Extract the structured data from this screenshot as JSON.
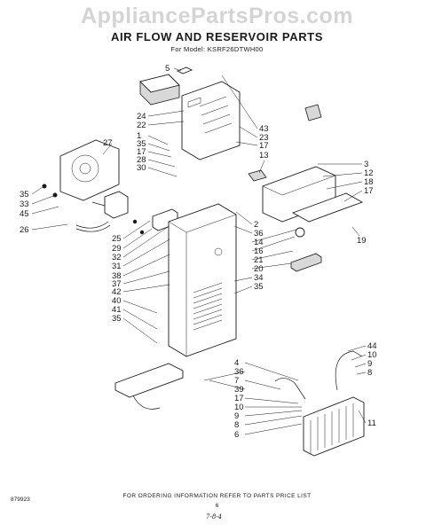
{
  "watermark": "AppliancePartsPros.com",
  "title": "AIR FLOW AND RESERVOIR PARTS",
  "subtitle": "For Model: KSRF26DTWH00",
  "footer": "FOR ORDERING INFORMATION REFER TO PARTS PRICE LIST",
  "code": "879923",
  "page_number": "6",
  "handwritten_note": "7-8-4",
  "callouts_left": [
    "5",
    "24",
    "22",
    "1",
    "35",
    "17",
    "28",
    "30",
    "27",
    "35",
    "33",
    "45",
    "26",
    "25",
    "29",
    "32",
    "31",
    "38",
    "37",
    "42",
    "40",
    "41",
    "35"
  ],
  "callouts_right": [
    "43",
    "23",
    "17",
    "13",
    "3",
    "12",
    "18",
    "17",
    "2",
    "36",
    "14",
    "16",
    "21",
    "20",
    "34",
    "35",
    "19"
  ],
  "callouts_bottom": [
    "4",
    "36",
    "7",
    "39",
    "17",
    "10",
    "9",
    "8",
    "6",
    "44",
    "10",
    "9",
    "8",
    "11"
  ]
}
